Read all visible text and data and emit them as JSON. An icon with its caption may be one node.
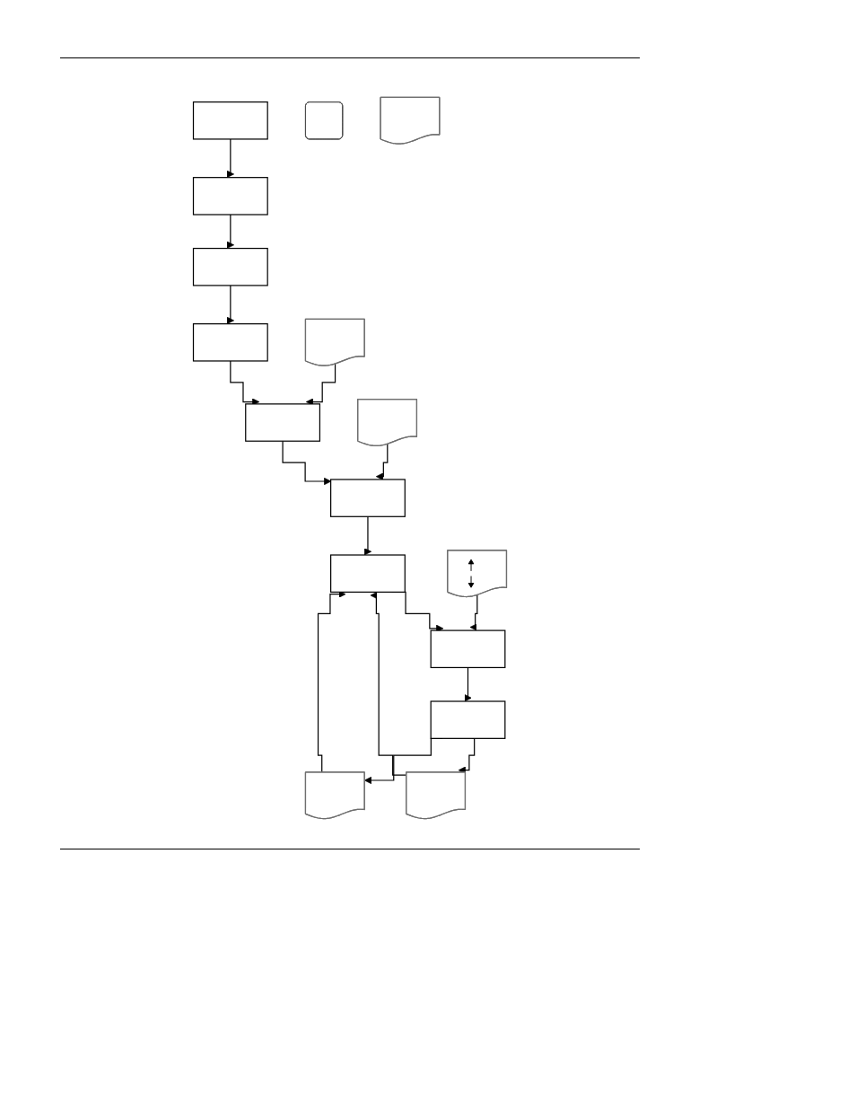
{
  "diagram": {
    "nodes": [
      {
        "text": [],
        "shape": "box"
      },
      {
        "text": [],
        "shape": "box"
      },
      {
        "text": [],
        "shape": "box"
      },
      {
        "text": [],
        "shape": "box"
      },
      {
        "text": [],
        "shape": "box"
      },
      {
        "text": [],
        "shape": "box"
      },
      {
        "text": [],
        "shape": "tab"
      },
      {
        "text": [],
        "shape": "box"
      },
      {
        "text": [],
        "shape": "box"
      },
      {
        "text": [],
        "shape": "box"
      },
      {
        "text": [],
        "shape": "note"
      },
      {
        "text": [],
        "shape": "note"
      },
      {
        "text": [],
        "shape": "note"
      },
      {
        "text": [],
        "shape": "note"
      },
      {
        "text": [],
        "shape": "note"
      },
      {
        "text": [],
        "shape": "note"
      }
    ],
    "edges": [
      {
        "from": 0,
        "to": 1,
        "arrow": "to"
      },
      {
        "from": 1,
        "to": 2,
        "arrow": "to"
      },
      {
        "from": 2,
        "to": 3,
        "arrow": "to"
      },
      {
        "from": 3,
        "to": 4,
        "arrow": "to"
      },
      {
        "from": 11,
        "to": 4,
        "arrow": "to"
      },
      {
        "from": 4,
        "to": 5,
        "arrow": "to"
      },
      {
        "from": 12,
        "to": 5,
        "arrow": "to"
      },
      {
        "from": 5,
        "to": 7,
        "arrow": "to"
      },
      {
        "from": 14,
        "to": 7,
        "arrow": "to"
      },
      {
        "from": 15,
        "to": 7,
        "arrow": "to"
      },
      {
        "from": 7,
        "to": 8,
        "arrow": "to"
      },
      {
        "from": 13,
        "to": 8,
        "arrow": "to"
      },
      {
        "from": 8,
        "to": 9,
        "arrow": "to"
      },
      {
        "from": 9,
        "to": 14,
        "arrow": "to"
      },
      {
        "from": 9,
        "to": 15,
        "arrow": "to"
      }
    ]
  }
}
